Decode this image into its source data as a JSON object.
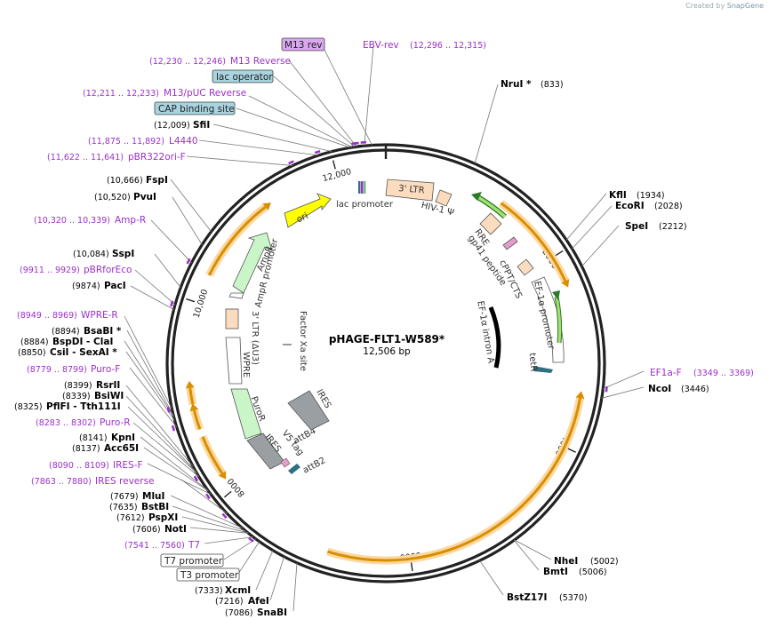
{
  "credit": {
    "prefix": "Created by",
    "brand": "SnapGene"
  },
  "plasmid": {
    "name": "pHAGE-FLT1-W589*",
    "length": "12,506 bp"
  },
  "ticks": [
    "2000",
    "4000",
    "6000",
    "8000",
    "10,000",
    "12,000"
  ],
  "enzymes": [
    {
      "name": "NruI *",
      "pos": "(833)"
    },
    {
      "name": "KflI",
      "pos": "(1934)"
    },
    {
      "name": "EcoRI",
      "pos": "(2028)"
    },
    {
      "name": "SpeI",
      "pos": "(2212)"
    },
    {
      "name": "NcoI",
      "pos": "(3446)"
    },
    {
      "name": "NheI",
      "pos": "(5002)"
    },
    {
      "name": "BmtI",
      "pos": "(5006)"
    },
    {
      "name": "BstZ17I",
      "pos": "(5370)"
    },
    {
      "name": "SnaBI",
      "pos": "(7086)"
    },
    {
      "name": "AfeI",
      "pos": "(7216)"
    },
    {
      "name": "XcmI",
      "pos": "(7333)"
    },
    {
      "name": "NotI",
      "pos": "(7606)"
    },
    {
      "name": "PspXI",
      "pos": "(7612)"
    },
    {
      "name": "BstBI",
      "pos": "(7635)"
    },
    {
      "name": "MluI",
      "pos": "(7679)"
    },
    {
      "name": "Acc65I",
      "pos": "(8137)"
    },
    {
      "name": "KpnI",
      "pos": "(8141)"
    },
    {
      "name": "PflFI - Tth111I",
      "pos": "(8325)"
    },
    {
      "name": "BsiWI",
      "pos": "(8339)"
    },
    {
      "name": "RsrII",
      "pos": "(8399)"
    },
    {
      "name": "CsiI - SexAI *",
      "pos": "(8850)"
    },
    {
      "name": "BspDI - ClaI",
      "pos": "(8884)"
    },
    {
      "name": "BsaBI *",
      "pos": "(8894)"
    },
    {
      "name": "PacI",
      "pos": "(9874)"
    },
    {
      "name": "SspI",
      "pos": "(10,084)"
    },
    {
      "name": "PvuI",
      "pos": "(10,520)"
    },
    {
      "name": "FspI",
      "pos": "(10,666)"
    },
    {
      "name": "SfiI",
      "pos": "(12,009)"
    }
  ],
  "primers": [
    {
      "name": "EBV-rev",
      "pos": "(12,296 .. 12,315)"
    },
    {
      "name": "M13 Reverse",
      "pos": "(12,230 .. 12,246)"
    },
    {
      "name": "M13/pUC Reverse",
      "pos": "(12,211 .. 12,233)"
    },
    {
      "name": "L4440",
      "pos": "(11,875 .. 11,892)"
    },
    {
      "name": "pBR322ori-F",
      "pos": "(11,622 .. 11,641)"
    },
    {
      "name": "Amp-R",
      "pos": "(10,320 .. 10,339)"
    },
    {
      "name": "pBRforEco",
      "pos": "(9911 .. 9929)"
    },
    {
      "name": "WPRE-R",
      "pos": "(8949 .. 8969)"
    },
    {
      "name": "Puro-F",
      "pos": "(8779 .. 8799)"
    },
    {
      "name": "Puro-R",
      "pos": "(8283 .. 8302)"
    },
    {
      "name": "IRES-F",
      "pos": "(8090 .. 8109)"
    },
    {
      "name": "IRES reverse",
      "pos": "(7863 .. 7880)"
    },
    {
      "name": "T7",
      "pos": "(7541 .. 7560)"
    },
    {
      "name": "EF1a-F",
      "pos": "(3349 .. 3369)"
    }
  ],
  "boxed_features": [
    {
      "name": "M13 rev",
      "color": "#d9a8f0"
    },
    {
      "name": "lac operator",
      "color": "#a8d4e0"
    },
    {
      "name": "CAP binding site",
      "color": "#a8d4e0"
    },
    {
      "name": "T7 promoter",
      "color": "#ffffff"
    },
    {
      "name": "T3 promoter",
      "color": "#ffffff"
    }
  ],
  "inner_features": {
    "three_ltr": "3' LTR",
    "hiv_psi": "HIV-1 Ψ",
    "rre": "RRE",
    "gp41": "gp41 peptide",
    "cppt": "cPPT/CTS",
    "ef1a_promoter": "EF-1α promoter",
    "ef1a_intron": "EF-1α intron A",
    "tetr": "tetR",
    "ori": "ori",
    "ampr": "AmpR",
    "ampr_promoter": "AmpR promoter",
    "lac_promoter": "lac promoter",
    "three_ltr_du3": "3' LTR (ΔU3)",
    "wpre": "WPRE",
    "puror": "PuroR",
    "ires_inner": "IRES",
    "ires": "IRES",
    "v5": "V5 tag",
    "attb4": "attB4",
    "attb2": "attB2",
    "factor_xa": "Factor Xa site"
  },
  "colors": {
    "orf_arc": "#d98e00",
    "orf_glow": "#fbd8a0",
    "ltr": "#fcdcbf",
    "ori": "#ffff00",
    "ampr": "#c9f5c9",
    "gray_feature": "#9a9fa3",
    "primer": "#9b30c8",
    "teal": "#2f6f7f"
  }
}
